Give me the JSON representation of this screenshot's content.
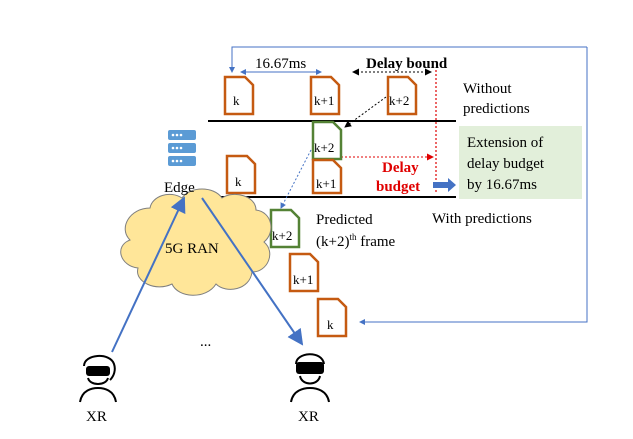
{
  "timing": {
    "interval": "16.67ms",
    "delay_bound": "Delay bound",
    "delay_budget_line1": "Delay",
    "delay_budget_line2": "budget"
  },
  "rows": {
    "without_line1": "Without",
    "without_line2": "predictions",
    "with": "With predictions"
  },
  "extension_box": {
    "line1": "Extension of",
    "line2": "delay budget",
    "line3": "by 16.67ms",
    "fill": "#e2efda"
  },
  "frames": {
    "k": "k",
    "k1": "k+1",
    "k2": "k+2"
  },
  "predicted": {
    "line1": "Predicted",
    "line2_main": "(k+2)",
    "line2_sup": "th",
    "line2_end": " frame"
  },
  "network": {
    "edge": "Edge",
    "ran": "5G RAN",
    "ellipsis": "...",
    "xr_left": "XR",
    "xr_right": "XR"
  },
  "colors": {
    "frame_orange": "#c55a11",
    "frame_green": "#548235",
    "arrow_blue": "#4472c4",
    "server_blue": "#5b9bd5",
    "cloud_fill": "#ffe699",
    "red": "#e00000"
  }
}
